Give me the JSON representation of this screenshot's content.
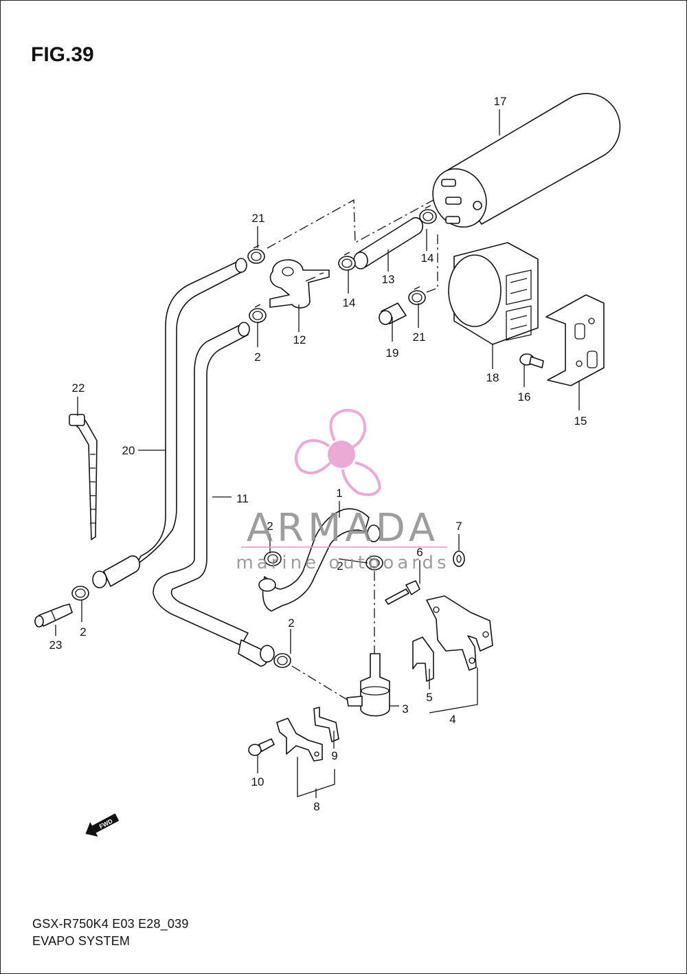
{
  "figure": {
    "title": "FIG.39",
    "model_code": "GSX-R750K4 E03 E28_039",
    "system_name": "EVAPO SYSTEM",
    "fwd_label": "FWD"
  },
  "watermark": {
    "brand": "ARMADA",
    "tagline": "marine outboards",
    "color": "#e79ccc"
  },
  "callouts": [
    "17",
    "21",
    "14",
    "13",
    "14",
    "21",
    "19",
    "18",
    "16",
    "15",
    "12",
    "2",
    "22",
    "20",
    "11",
    "1",
    "2",
    "2",
    "7",
    "6",
    "2",
    "23",
    "2",
    "3",
    "5",
    "4",
    "9",
    "10",
    "8"
  ]
}
